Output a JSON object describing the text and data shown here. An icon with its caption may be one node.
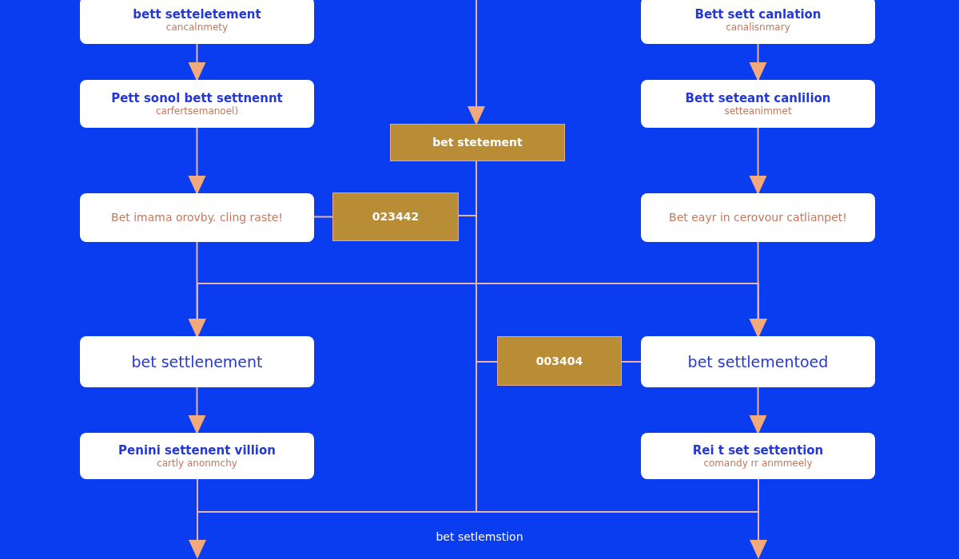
{
  "diagram": {
    "nodes": [
      {
        "text": [
          "bett setteletement",
          "cancalnmety"
        ]
      },
      {
        "text": [
          "Bett sett canlation",
          "canalisnmary"
        ]
      },
      {
        "text": [
          "Pett sonol bett settnennt",
          "carfertsemanoel)"
        ]
      },
      {
        "text": [
          "Bett seteant canlilion",
          "setteanimmet"
        ]
      },
      {
        "text": [
          "bet stetement"
        ]
      },
      {
        "text": [
          "Bet imama orovby. cling raste!"
        ]
      },
      {
        "text": [
          "023442"
        ]
      },
      {
        "text": [
          "Bet eayr in cerovour catlianpet!"
        ]
      },
      {
        "text": [
          "bet settlenement"
        ]
      },
      {
        "text": [
          "003404"
        ]
      },
      {
        "text": [
          "bet settlementoed"
        ]
      },
      {
        "text": [
          "Penini settenent villion",
          "cartly anonmchy"
        ]
      },
      {
        "text": [
          "Rei t set settention",
          "comandy rr anmmeely"
        ]
      }
    ],
    "edges": [
      {
        "from": 0,
        "to": 2,
        "arrow": "to"
      },
      {
        "from": 1,
        "to": 3,
        "arrow": "to"
      },
      {
        "from": null,
        "to": 4,
        "arrow": "to"
      },
      {
        "from": 2,
        "to": 5,
        "arrow": "to"
      },
      {
        "from": 3,
        "to": 7,
        "arrow": "to"
      },
      {
        "from": 5,
        "to": 6,
        "arrow": "none"
      },
      {
        "from": 4,
        "to": 6,
        "arrow": "none"
      },
      {
        "from": 5,
        "to": 8,
        "arrow": "to"
      },
      {
        "from": 7,
        "to": 10,
        "arrow": "to"
      },
      {
        "from": 4,
        "to": 8,
        "arrow": "to"
      },
      {
        "from": 4,
        "to": 10,
        "arrow": "to"
      },
      {
        "from": 4,
        "to": 9,
        "arrow": "none"
      },
      {
        "from": 9,
        "to": 10,
        "arrow": "none"
      },
      {
        "from": 8,
        "to": 11,
        "arrow": "to"
      },
      {
        "from": 10,
        "to": 12,
        "arrow": "to"
      },
      {
        "from": 11,
        "to": null,
        "arrow": "to"
      },
      {
        "from": 12,
        "to": null,
        "arrow": "to"
      },
      {
        "from": 4,
        "to": null,
        "arrow": "none"
      }
    ],
    "labels": [
      "bet setlemstion"
    ]
  }
}
